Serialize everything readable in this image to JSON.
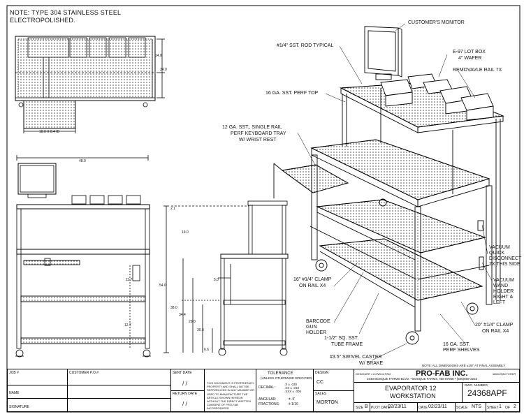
{
  "header_note": {
    "line1": "NOTE: TYPE 304 STAINLESS STEEL",
    "line2": "ELECTROPOLISHED."
  },
  "callouts": {
    "monitor": "CUSTOMER'S MONITOR",
    "rod": "#1/4\" SST. ROD TYPICAL",
    "lot_box_1": "E-97 LOT BOX",
    "lot_box_2": "4\" WAFER",
    "rail": "REMOVAVLE RAIL 7X",
    "perf_top": "16 GA. SST. PERF TOP",
    "tray_1": "12 GA. SST., SINGLE RAIL",
    "tray_2": "PERF KEYBOARD TRAY",
    "tray_3": "W/ WRIST REST",
    "vacuum_1": "VACUUM",
    "vacuum_2": "QUICK",
    "vacuum_3": "DISCONNECT",
    "vacuum_4": "2X THIS SIDE",
    "clamp16_1": "16\" #1/4\" CLAMP",
    "clamp16_2": "ON RAIL  X4",
    "wand_1": "VACUUM",
    "wand_2": "WAND",
    "wand_3": "HOLDER",
    "wand_4": "RIGHT &",
    "wand_5": "LEFT",
    "barcode_1": "BARCODE",
    "barcode_2": "GUN",
    "barcode_3": "HOLDER",
    "tube_1": "1-1/2\" SQ. SST.",
    "tube_2": "TUBE FRAME",
    "clamp20_1": "20\" #1/4\" CLAMP",
    "clamp20_2": "ON RAIL  X4",
    "shelves_1": "16 GA. SST.",
    "shelves_2": "PERF SHELVES",
    "caster_1": "#3.5\" SWIVEL CASTER",
    "caster_2": "W/ BRAKE"
  },
  "dimensions": {
    "top_width": "18.0 X 8.4 ID",
    "top_h1": "14.0",
    "top_h2": "24.0",
    "front_width": "48.0",
    "front_1": "11.7",
    "front_2": "12.7",
    "side_1": "2.1",
    "side_2": "19.0",
    "side_3": "54.0",
    "side_4": "38.0",
    "side_5": "34.4",
    "side_6": "29.0",
    "side_7": "30.8",
    "side_8": "6.6",
    "side_9": "5.0"
  },
  "footnote": "NOTE: ALL DIMENSIONS ARE ±1/8\" AT FINAL ASSEMBLY",
  "title_block": {
    "job_label": "JOB #",
    "po_label": "CUSTOMER P.O.#",
    "name_label": "NAME",
    "signature_label": "SIGNATURE",
    "sent_label": "SENT DATE",
    "sent_value": "/ /",
    "return_label": "RETURN DATE",
    "return_value": "/ /",
    "proprietary": "THIS DOCUMENT IS PROPRIETARY PROPERTY AND SHALL NOT BE REPRODUCED IN ANY MANNER OR USED TO MANUFACTURE THE ARTICLE SHOWN HEREON WITHOUT THE DIRECT WRITTEN CONSENT OF PRO-FAB INCORPORATED",
    "tolerance_title": "TOLERANCE",
    "tolerance_sub": "(UNLESS OTHERWISE SPECIFIED)",
    "decimal_label": "DECIMAL:",
    "decimal_x": ".X ± .030",
    "decimal_xx": ".XX ± .010",
    "decimal_xxx": ".XXX ± .005",
    "angular_label": "ANGULAR:",
    "angular_value": "± .5'",
    "fraction_label": "FRACTIONS:",
    "fraction_value": "± 1/16",
    "design_label": "DESIGN",
    "design_value": "CC",
    "sales_label": "SALES",
    "sales_value": "MORTON",
    "designer_label": "DESIGNER • CONSULTING",
    "manufacturer_label": "MANUFACTURER",
    "company": "PRO-FAB INC.",
    "address": "1040 BOSQUE FARMS BLVD. • BOSQUE FARMS, NM 87068 • (505)869-2222",
    "title_line1": "EVAPORATOR 12",
    "title_line2": "WORKSTATION",
    "dwg_label": "DWG. NUMBER",
    "dwg_number": "24368APF",
    "size_label": "SIZE",
    "size_value": "B",
    "plot_label": "PLOT DATE",
    "plot_value": "02/23/11",
    "date_label": "DATE",
    "date_value": "02/23/11",
    "scale_label": "SCALE",
    "scale_value": "NTS",
    "sheet_label": "SHEET",
    "sheet_value": "1",
    "of_label": "OF",
    "of_value": "2"
  }
}
